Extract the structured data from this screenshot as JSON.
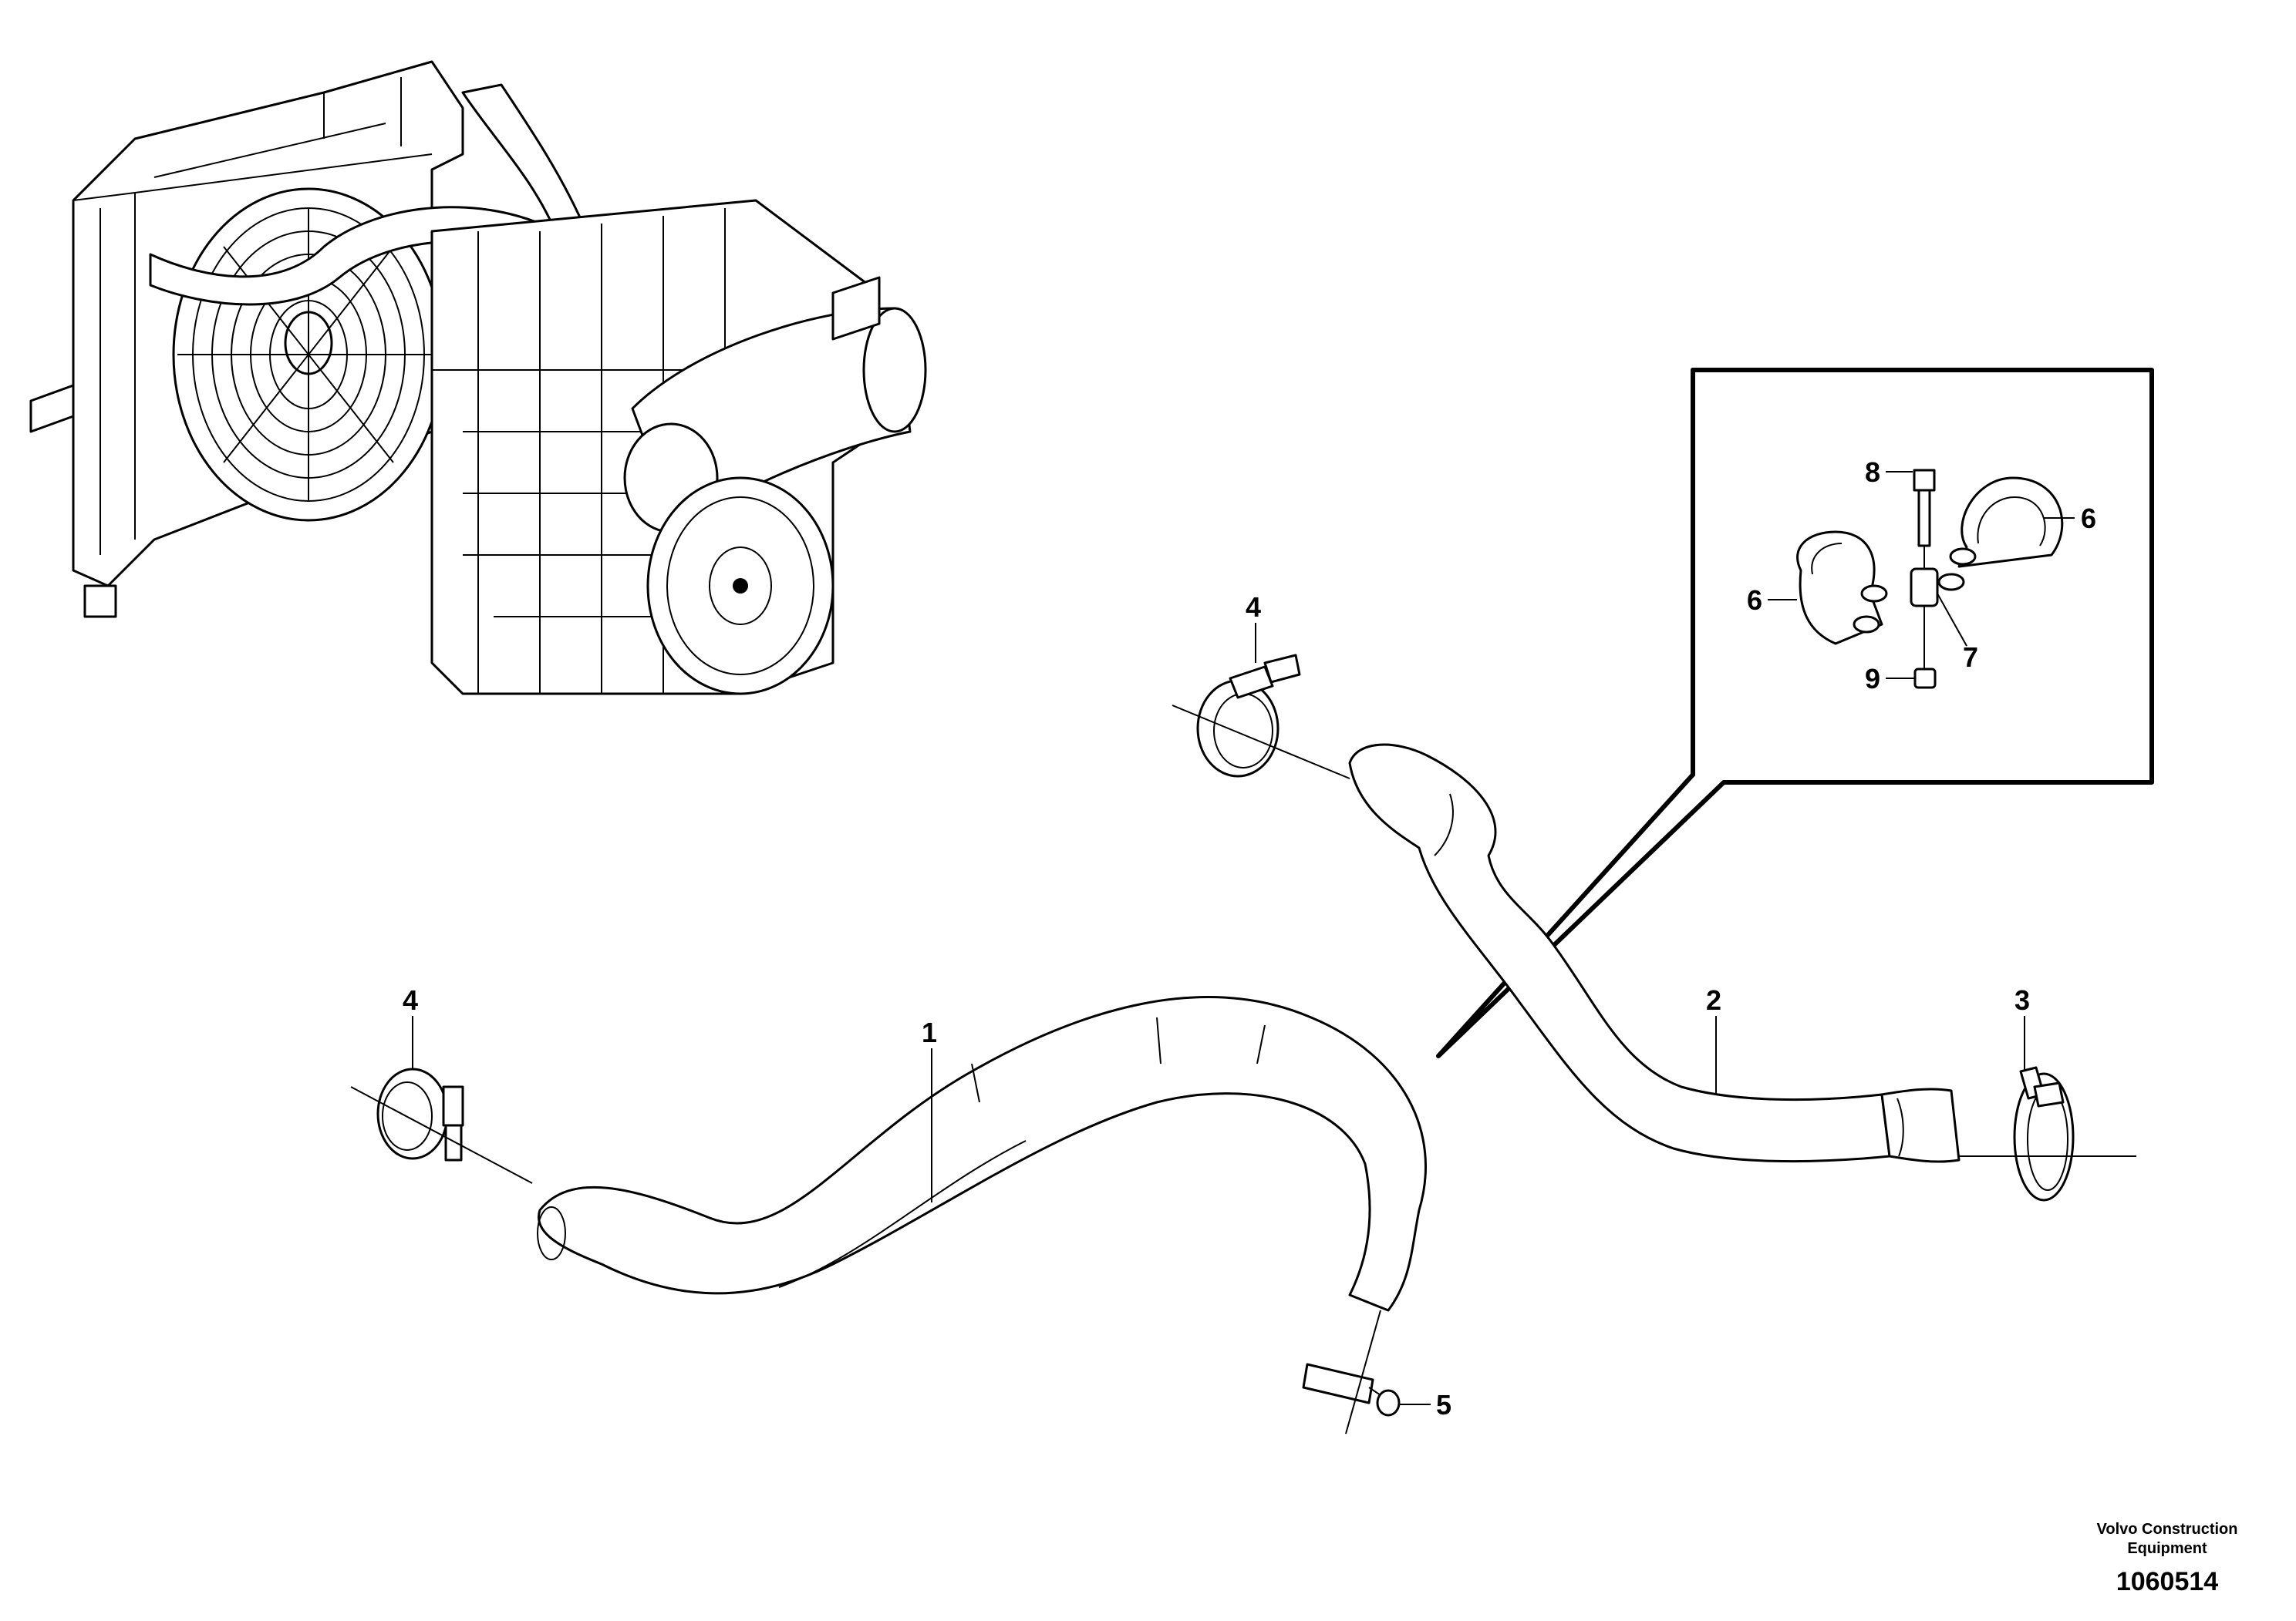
{
  "callouts": {
    "c1": "1",
    "c2": "2",
    "c3": "3",
    "c4a": "4",
    "c4b": "4",
    "c5": "5",
    "c6a": "6",
    "c6b": "6",
    "c7": "7",
    "c8": "8",
    "c9": "9"
  },
  "footer": {
    "company_line1": "Volvo Construction",
    "company_line2": "Equipment",
    "drawing_number": "1060514"
  },
  "colors": {
    "line": "#000000",
    "background": "#ffffff"
  }
}
